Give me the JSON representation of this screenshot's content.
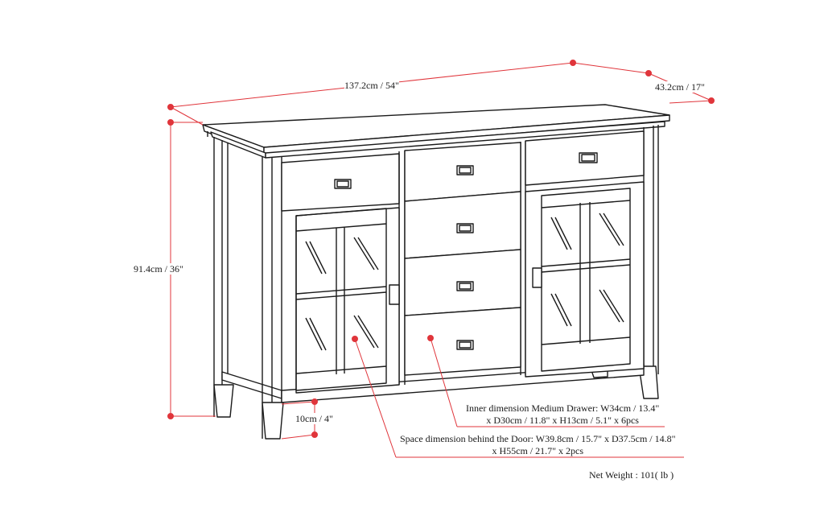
{
  "diagram": {
    "subject": "Sideboard buffet cabinet with 4 center drawers, 2 side drawers, 2 glass doors",
    "colors": {
      "line": "#1a1a1a",
      "dimension": "#e0353b",
      "background": "#ffffff"
    }
  },
  "dimensions": {
    "width": "137.2cm / 54\"",
    "depth": "43.2cm / 17\"",
    "height": "91.4cm / 36\"",
    "leg_clearance": "10cm / 4\""
  },
  "notes": {
    "drawer": {
      "line1": "Inner dimension Medium Drawer: W34cm / 13.4\"",
      "line2": "x D30cm / 11.8\" x H13cm / 5.1\" x 6pcs"
    },
    "door": {
      "line1": "Space dimension behind the Door:  W39.8cm / 15.7\" x D37.5cm / 14.8\"",
      "line2": "x H55cm / 21.7\" x 2pcs"
    },
    "weight": "Net Weight : 101( lb )"
  }
}
